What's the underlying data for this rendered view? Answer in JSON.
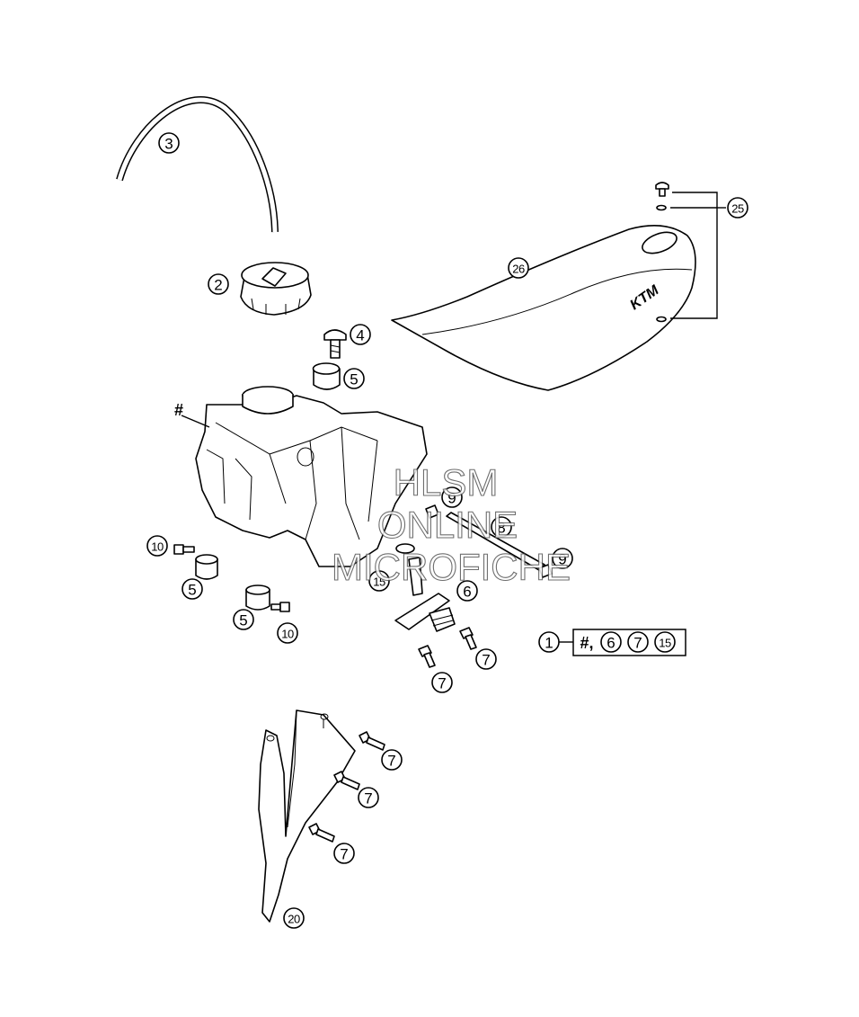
{
  "callouts": {
    "c1": "1",
    "c2": "2",
    "c3": "3",
    "c4": "4",
    "c5a": "5",
    "c5b": "5",
    "c5c": "5",
    "c6": "6",
    "c6k": "6",
    "c7a": "7",
    "c7b": "7",
    "c7c": "7",
    "c7d": "7",
    "c7e": "7",
    "c7k": "7",
    "c8": "8",
    "c9a": "9",
    "c9b": "9",
    "c10a": "10",
    "c10b": "10",
    "c15": "15",
    "c15k": "15",
    "c20": "20",
    "c25": "25",
    "c26": "26"
  },
  "tank_marker": "#",
  "kit_marker": "#,",
  "seat_logo": "KTM",
  "watermark": {
    "line1": "HLSM",
    "line2": "ONLINE",
    "line3": "MICROFICHE"
  }
}
